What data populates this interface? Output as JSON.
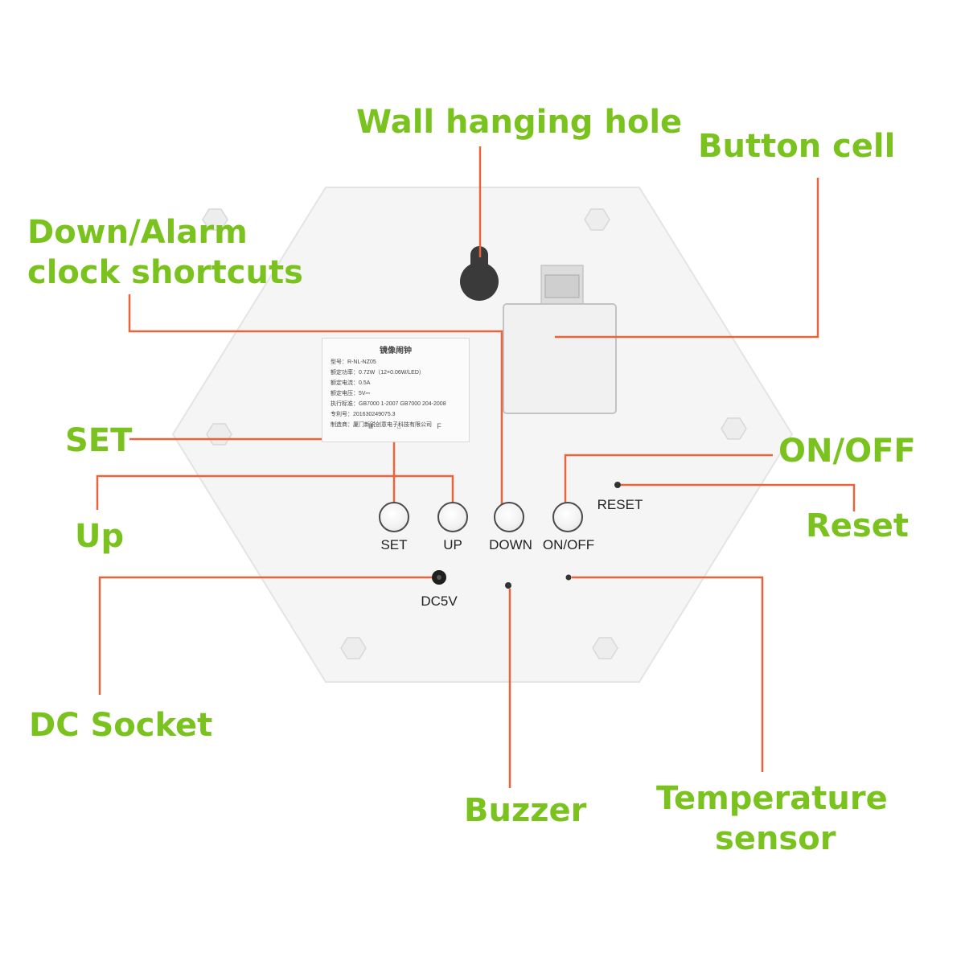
{
  "callouts": {
    "wall_hanging_hole": "Wall hanging hole",
    "button_cell": "Button cell",
    "down_alarm_line1": "Down/Alarm",
    "down_alarm_line2": "clock shortcuts",
    "set": "SET",
    "up": "Up",
    "on_off": "ON/OFF",
    "reset": "Reset",
    "dc_socket": "DC Socket",
    "buzzer": "Buzzer",
    "temperature_line1": "Temperature",
    "temperature_line2": "sensor"
  },
  "device_labels": {
    "set": "SET",
    "up": "UP",
    "down": "DOWN",
    "on_off": "ON/OFF",
    "reset": "RESET",
    "dc5v": "DC5V"
  },
  "spec_label": {
    "title": "镜像闹钟",
    "rows": [
      "型号：R-NL-NZ05",
      "额定功率：0.72W（12×0.06W/LED）",
      "额定电流：0.5A",
      "额定电压：5V⎓",
      "执行标准：GB7000 1-2007 GB7000 204-2008",
      "专利号：201630249075.3",
      "制造商：厦门新锐创意电子科技有限公司"
    ],
    "cert_marks": [
      "Ⅲ",
      "⌂",
      "F"
    ]
  },
  "colors": {
    "callout_text": "#7ac31e",
    "leader_line": "#e8643c",
    "device_face": "#f4f4f4"
  }
}
